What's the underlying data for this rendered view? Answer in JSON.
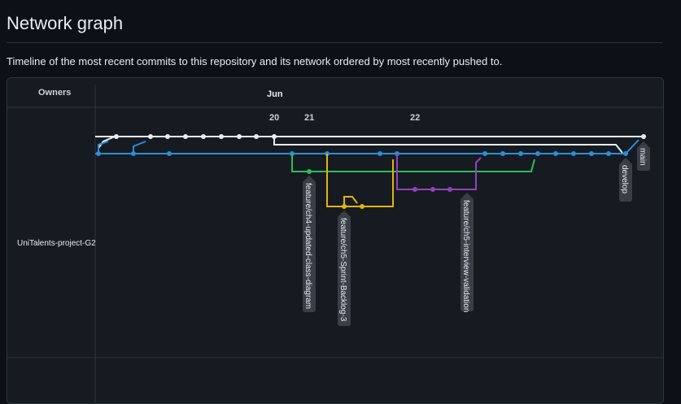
{
  "page": {
    "title": "Network graph",
    "description": "Timeline of the most recent commits to this repository and its network ordered by most recently pushed to."
  },
  "graph": {
    "owners_header": "Owners",
    "month": "Jun",
    "days": [
      "20",
      "21",
      "22"
    ],
    "owner": "UniTalents-project-G2",
    "colors": {
      "main": "#e6edf3",
      "develop": "#2d8dd6",
      "green": "#2ebd5c",
      "yellow": "#e3b40d",
      "purple": "#8f45b8",
      "grid": "#30363d",
      "label_bg": "#3a3f47"
    },
    "branches": {
      "main": "main",
      "develop": "develop",
      "feature4": "feature/ch4-updated-class-diagram",
      "feature5": "feature/ch5-Sprint-Backlog-3",
      "feature6": "feature/ch5-interview-validation"
    }
  }
}
